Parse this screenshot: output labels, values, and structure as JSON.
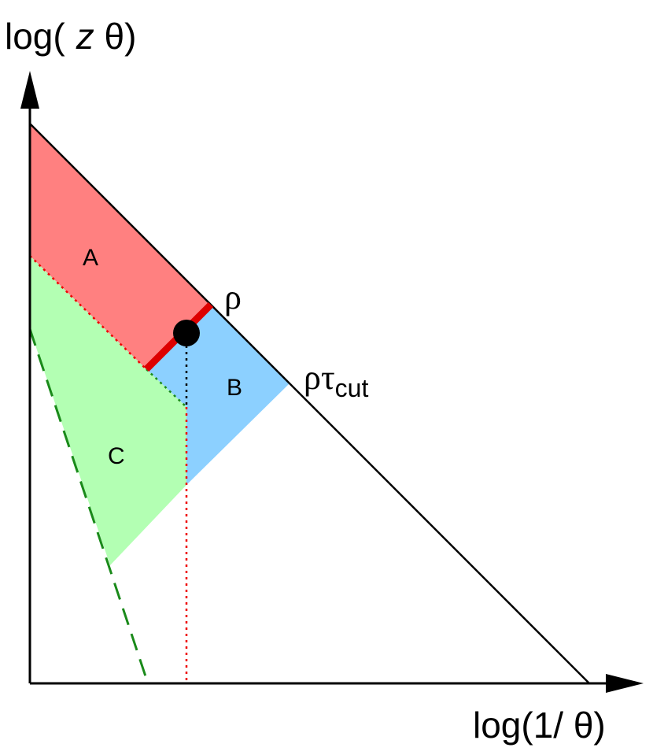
{
  "labels": {
    "y_axis_prefix": "log(",
    "y_axis_var": "z",
    "y_axis_suffix": " θ)",
    "x_axis": "log(1/ θ)",
    "region_a": "A",
    "region_b": "B",
    "region_c": "C",
    "rho": "ρ",
    "rho_tau": "ρτ",
    "cut_subscript": "cut"
  },
  "colors": {
    "region_a": "#ff8080",
    "region_b": "#8cd0ff",
    "region_c": "#b3ffb3",
    "thick_segment": "#dd0000",
    "green_dash": "#1a8a1a",
    "red_dot": "#ee0000",
    "axis": "#000000"
  }
}
